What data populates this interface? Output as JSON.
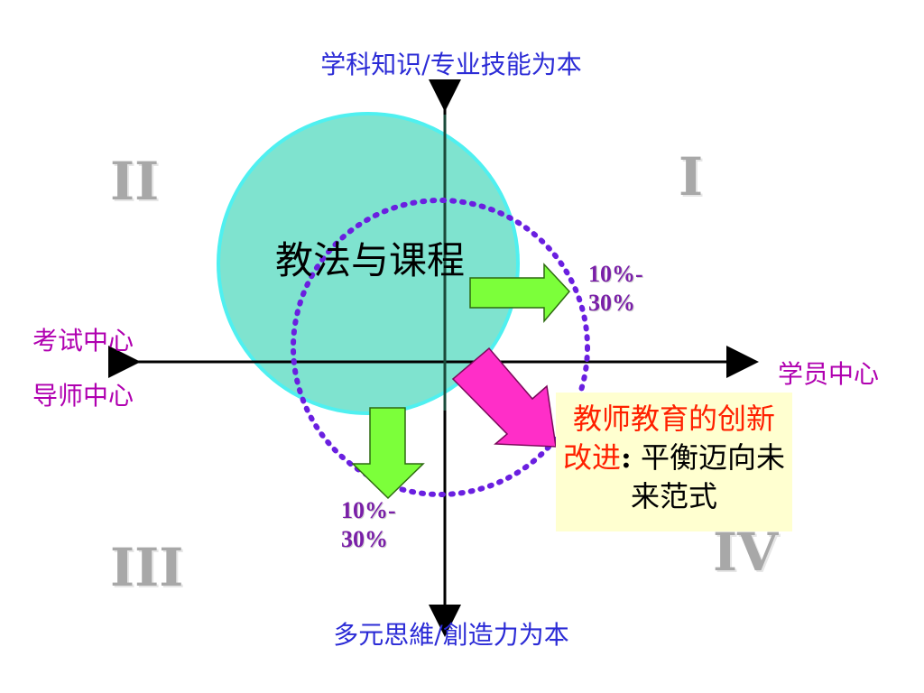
{
  "axes": {
    "top": "学科知识/专业技能为本",
    "bottom": "多元思維/創造力为本",
    "left_line1": "考试中心",
    "left_line2": "导师中心",
    "right": "学员中心"
  },
  "quadrants": {
    "q1": "I",
    "q2": "II",
    "q3": "III",
    "q4": "IV"
  },
  "circle_label": "教法与课程",
  "percent_right": {
    "line1": "10%-",
    "line2": "30%"
  },
  "percent_bottom": {
    "line1": "10%-",
    "line2": "30%"
  },
  "callout": {
    "highlight": "教师教育的创新改进",
    "colon": ":",
    "rest": "平衡迈向未来范式"
  },
  "colors": {
    "axis": "#000000",
    "vertical_divider": "#1a4a3a",
    "circle_fill": "#7fe3cf",
    "circle_stroke": "#4ff0f0",
    "dotted_circle": "#6a1fe0",
    "green_arrow": "#7cff3a",
    "pink_arrow": "#ff2ec8",
    "callout_bg": "#ffffd0"
  }
}
